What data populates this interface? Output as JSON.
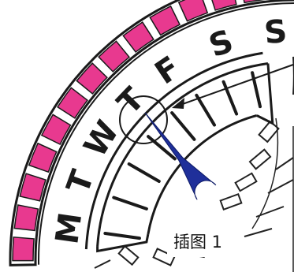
{
  "dial": {
    "day_letters": [
      "M",
      "T",
      "W",
      "T",
      "F",
      "S",
      "S"
    ],
    "segment_color": "#e8398f",
    "hand_color": "#1f2f9a",
    "outline_color": "#1a1a1a"
  },
  "caption": {
    "text": "插图 1"
  }
}
